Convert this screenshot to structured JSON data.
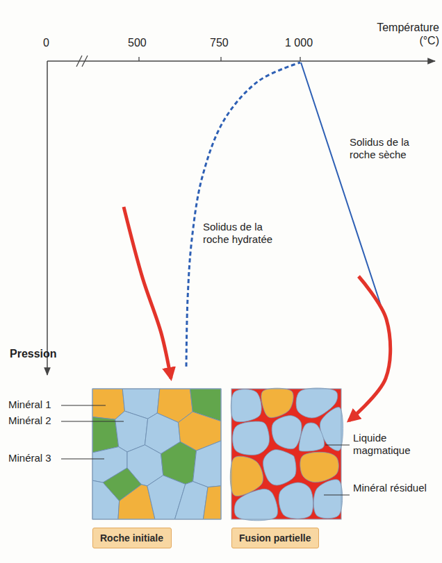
{
  "diagram": {
    "nodes": [
      {
        "text": [
          "Roche initiale"
        ]
      },
      {
        "text": [
          "Fusion partielle"
        ]
      }
    ],
    "labels": [
      "0",
      "500",
      "750",
      "1 000",
      "Température (°C)",
      "Pression",
      "Solidus de la roche sèche",
      "Solidus de la roche hydratée",
      "Minéral 1",
      "Minéral 2",
      "Minéral 3",
      "Liquide magmatique",
      "Minéral résiduel"
    ]
  }
}
